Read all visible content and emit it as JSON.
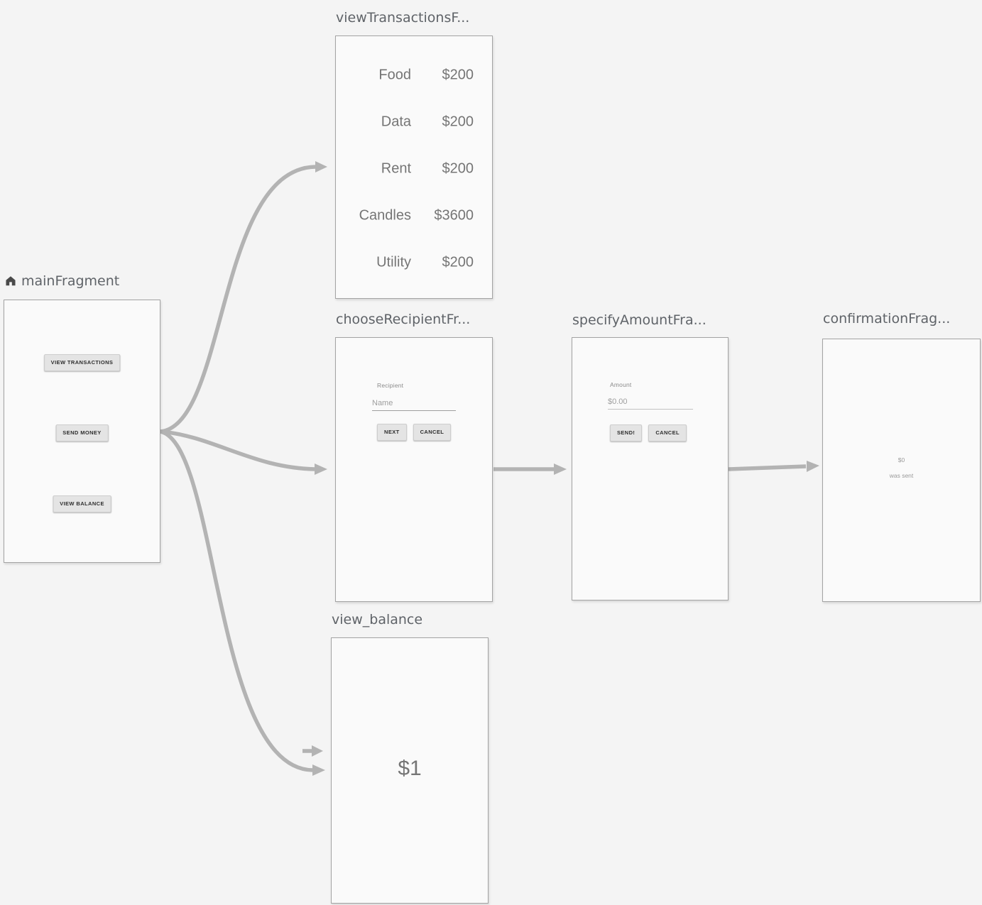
{
  "editor": {
    "background": "#f4f4f4",
    "arrow_color": "#b3b3b3"
  },
  "fragments": {
    "main": {
      "title": "mainFragment",
      "home_icon": "home-icon",
      "buttons": [
        {
          "label": "VIEW TRANSACTIONS"
        },
        {
          "label": "SEND MONEY"
        },
        {
          "label": "VIEW BALANCE"
        }
      ]
    },
    "view_transactions": {
      "title": "viewTransactionsF...",
      "rows": [
        {
          "label": "Food",
          "amount": "$200"
        },
        {
          "label": "Data",
          "amount": "$200"
        },
        {
          "label": "Rent",
          "amount": "$200"
        },
        {
          "label": "Candles",
          "amount": "$3600"
        },
        {
          "label": "Utility",
          "amount": "$200"
        }
      ]
    },
    "choose_recipient": {
      "title": "chooseRecipientFr...",
      "field_label": "Recipient",
      "field_placeholder": "Name",
      "buttons": {
        "next": "NEXT",
        "cancel": "CANCEL"
      }
    },
    "specify_amount": {
      "title": "specifyAmountFra...",
      "field_label": "Amount",
      "field_placeholder": "$0.00",
      "buttons": {
        "send": "SEND!",
        "cancel": "CANCEL"
      }
    },
    "confirmation": {
      "title": "confirmationFrag...",
      "amount": "$0",
      "message": "was sent"
    },
    "view_balance": {
      "title": "view_balance",
      "balance": "$1"
    }
  }
}
